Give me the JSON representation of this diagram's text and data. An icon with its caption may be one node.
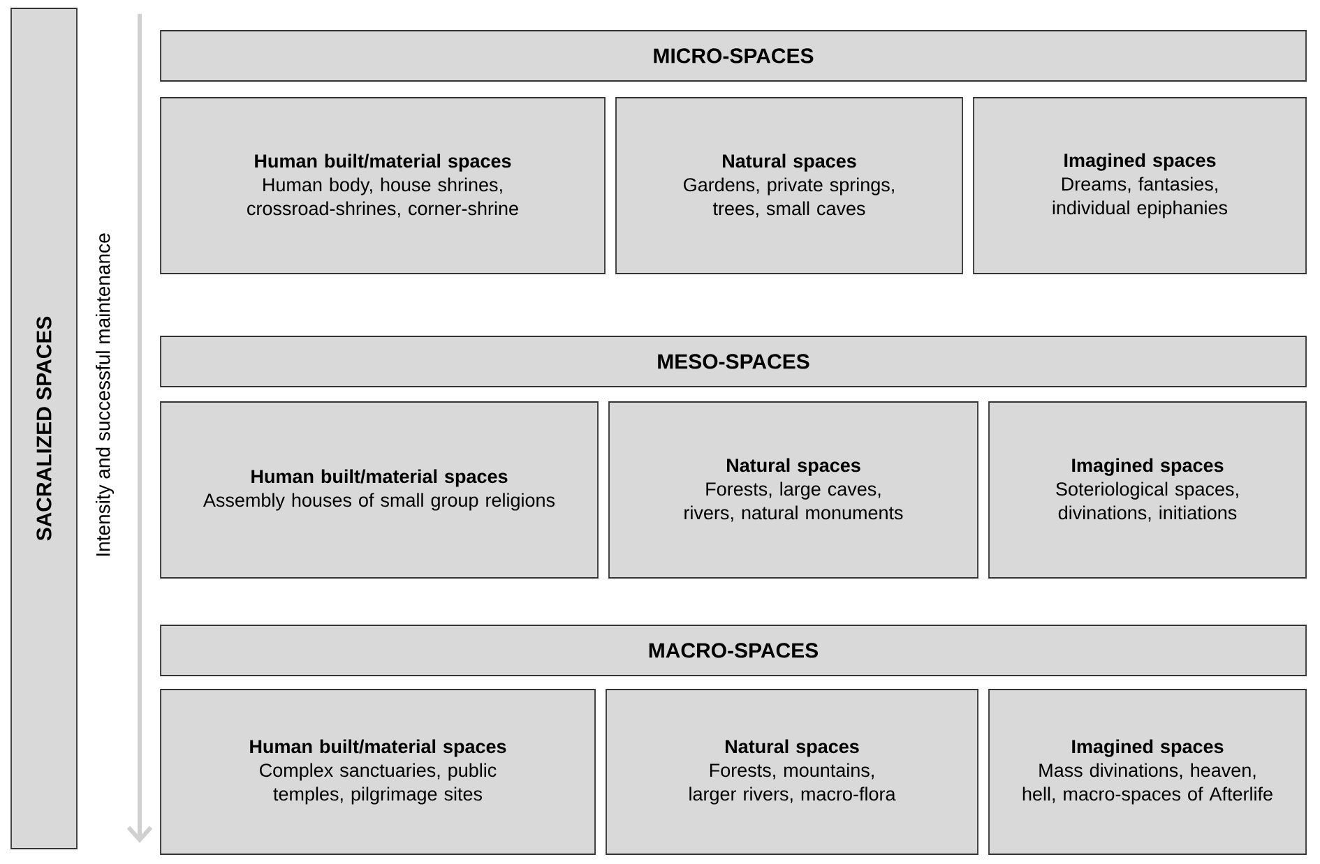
{
  "diagram": {
    "nodes": [
      {
        "text": [
          "SACRALIZED SPACES"
        ]
      },
      {
        "text": [
          "MICRO-SPACES"
        ]
      },
      {
        "text": [
          "Human built/material spaces",
          "Human body, house shrines, crossroad-shrines, corner-shrine"
        ]
      },
      {
        "text": [
          "Natural spaces",
          "Gardens, private springs, trees, small caves"
        ]
      },
      {
        "text": [
          "Imagined spaces",
          "Dreams, fantasies, individual epiphanies"
        ]
      },
      {
        "text": [
          "MESO-SPACES"
        ]
      },
      {
        "text": [
          "Human built/material spaces",
          "Assembly houses of small group religions"
        ]
      },
      {
        "text": [
          "Natural spaces",
          "Forests, large caves, rivers, natural monuments"
        ]
      },
      {
        "text": [
          "Imagined spaces",
          "Soteriological spaces, divinations, initiations"
        ]
      },
      {
        "text": [
          "MACRO-SPACES"
        ]
      },
      {
        "text": [
          "Human built/material spaces",
          "Complex sanctuaries, public temples, pilgrimage sites"
        ]
      },
      {
        "text": [
          "Natural spaces",
          "Forests, mountains, larger rivers, macro-flora"
        ]
      },
      {
        "text": [
          "Imagined spaces",
          "Mass divinations, heaven, hell, macro-spaces of Afterlife"
        ]
      }
    ],
    "labels": [
      "Intensity and successful maintenance"
    ]
  }
}
